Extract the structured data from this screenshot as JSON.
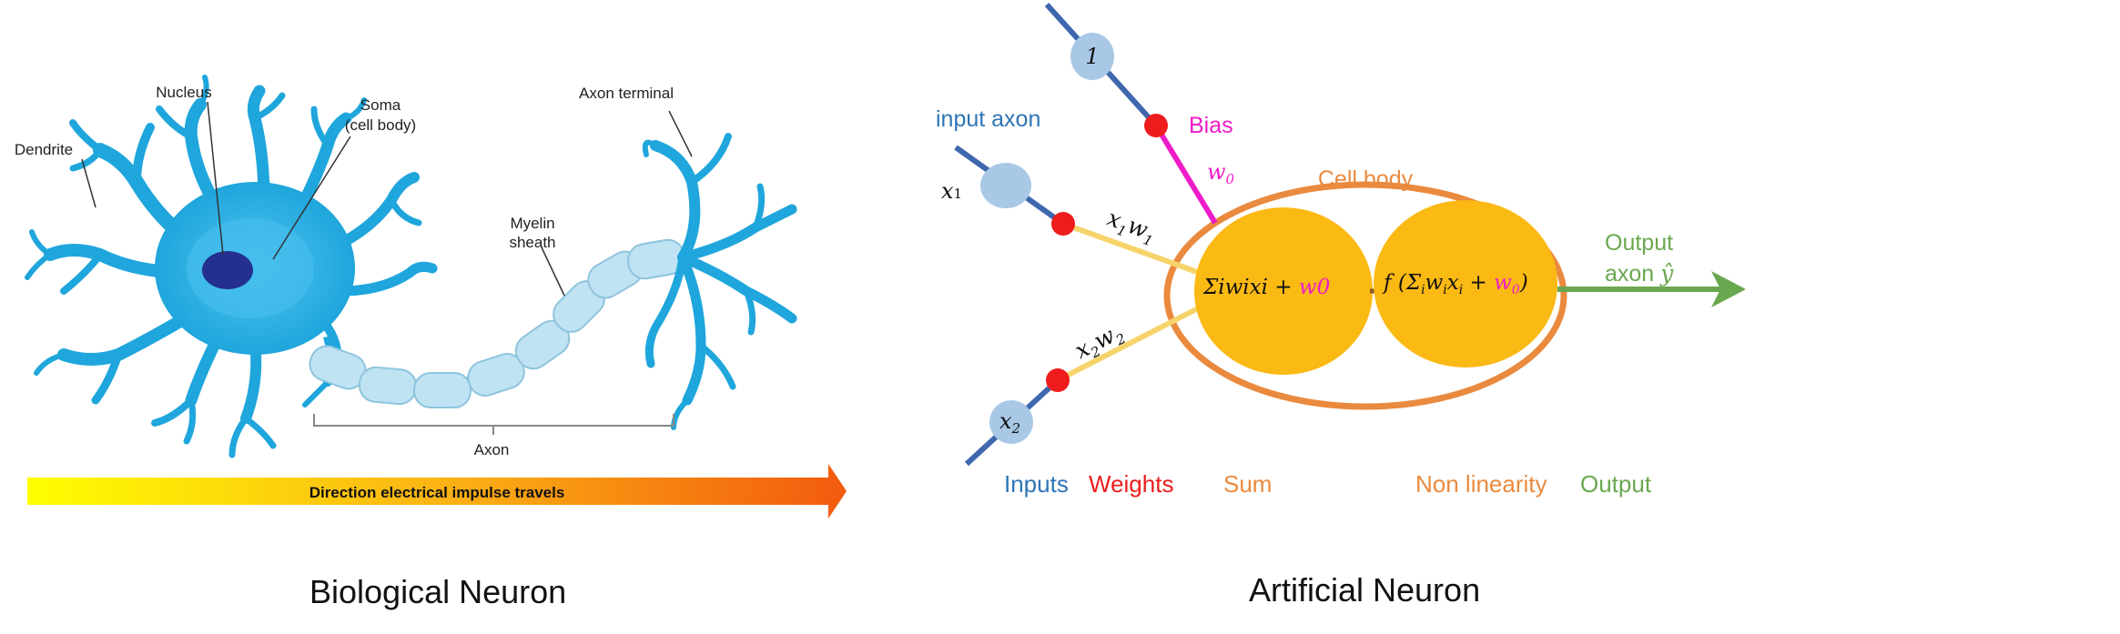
{
  "colors": {
    "neuron_blue": "#1fa6dc",
    "neuron_dark": "#0f88c2",
    "nucleus": "#24308f",
    "myelin": "#a9d8ee",
    "input_line": "#3f67ad",
    "input_node": "#a9c8e6",
    "weight_dot": "#ee1c1c",
    "bias_line": "#ee1cc8",
    "weighted_line": "#f7d46b",
    "cell_outline": "#ea8a3e",
    "circle_fill": "#fbb914",
    "output_green": "#6aa84f"
  },
  "biological": {
    "labels": {
      "nucleus": "Nucleus",
      "soma_line1": "Soma",
      "soma_line2": "(cell body)",
      "dendrite": "Dendrite",
      "axon_terminal": "Axon terminal",
      "myelin_line1": "Myelin",
      "myelin_line2": "sheath",
      "axon": "Axon"
    },
    "arrow_text": "Direction electrical impulse travels",
    "caption": "Biological Neuron"
  },
  "artificial": {
    "input_axon": "input axon",
    "bias_node": "1",
    "bias_label": "Bias",
    "w0_label": "w0",
    "w0_main": "w",
    "w0_sub": "0",
    "x1_main": "x",
    "x1_sub": "1",
    "x2_main": "x",
    "x2_sub": "2",
    "x1w1_a": "x",
    "x1w1_b": "1",
    "x1w1_c": "w",
    "x1w1_d": "1",
    "x2w2_a": "x",
    "x2w2_b": "2",
    "x2w2_c": "w",
    "x2w2_d": "2",
    "cell_body": "Cell body",
    "sum_formula": "Σiwixi + ",
    "sum_bias": "w0",
    "activation_prefix": "f (Σ",
    "activation_i1": "i",
    "activation_w": "w",
    "activation_i2": "i",
    "activation_x": "x",
    "activation_i3": "i",
    "activation_plus": " + ",
    "activation_bias_w": "w",
    "activation_bias_sub": "0",
    "activation_close": ")",
    "output_line1": "Output",
    "output_line2": "axon ",
    "output_yhat": "ŷ",
    "bottom_labels": {
      "inputs": "Inputs",
      "weights": "Weights",
      "sum": "Sum",
      "non_linearity": "Non linearity",
      "output": "Output"
    },
    "caption": "Artificial Neuron"
  }
}
